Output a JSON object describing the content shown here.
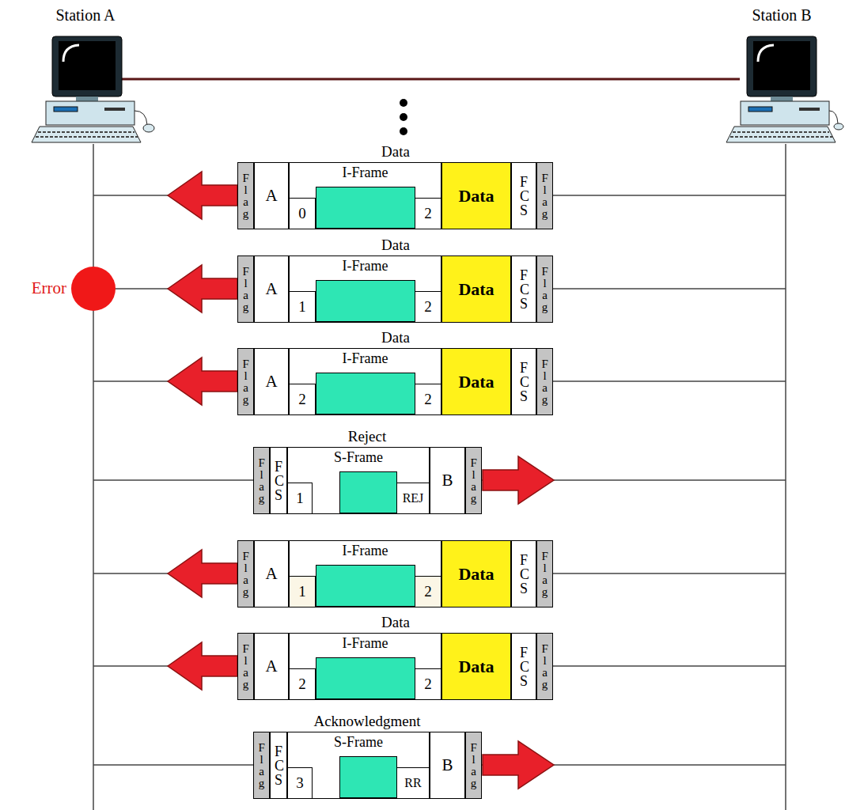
{
  "diagram": {
    "nodes": [
      {
        "text": [
          "Flag"
        ]
      },
      {
        "text": [
          "A"
        ]
      },
      {
        "text": [
          "I-Frame"
        ]
      },
      {
        "text": [
          "0"
        ],
        "in": 2
      },
      {
        "text": [
          "2"
        ],
        "in": 2
      },
      {
        "text": [
          "Data"
        ]
      },
      {
        "text": [
          "FCS"
        ]
      },
      {
        "text": [
          "Flag"
        ]
      },
      {
        "text": [
          "Flag"
        ]
      },
      {
        "text": [
          "A"
        ]
      },
      {
        "text": [
          "I-Frame"
        ]
      },
      {
        "text": [
          "1"
        ],
        "in": 10
      },
      {
        "text": [
          "2"
        ],
        "in": 10
      },
      {
        "text": [
          "Data"
        ]
      },
      {
        "text": [
          "FCS"
        ]
      },
      {
        "text": [
          "Flag"
        ]
      },
      {
        "text": [
          "Flag"
        ]
      },
      {
        "text": [
          "A"
        ]
      },
      {
        "text": [
          "I-Frame"
        ]
      },
      {
        "text": [
          "2"
        ],
        "in": 18
      },
      {
        "text": [
          "2"
        ],
        "in": 18
      },
      {
        "text": [
          "Data"
        ]
      },
      {
        "text": [
          "FCS"
        ]
      },
      {
        "text": [
          "Flag"
        ]
      },
      {
        "text": [
          "Flag"
        ]
      },
      {
        "text": [
          "FCS"
        ]
      },
      {
        "text": [
          "S-Frame"
        ]
      },
      {
        "text": [
          "1"
        ],
        "in": 26
      },
      {
        "text": [
          "REJ"
        ],
        "in": 26
      },
      {
        "text": [
          "B"
        ]
      },
      {
        "text": [
          "Flag"
        ]
      },
      {
        "text": [
          "Flag"
        ]
      },
      {
        "text": [
          "A"
        ]
      },
      {
        "text": [
          "I-Frame"
        ]
      },
      {
        "text": [
          "1"
        ],
        "in": 33
      },
      {
        "text": [
          "2"
        ],
        "in": 33
      },
      {
        "text": [
          "Data"
        ]
      },
      {
        "text": [
          "FCS"
        ]
      },
      {
        "text": [
          "Flag"
        ]
      },
      {
        "text": [
          "Flag"
        ]
      },
      {
        "text": [
          "A"
        ]
      },
      {
        "text": [
          "I-Frame"
        ]
      },
      {
        "text": [
          "2"
        ],
        "in": 41
      },
      {
        "text": [
          "2"
        ],
        "in": 41
      },
      {
        "text": [
          "Data"
        ]
      },
      {
        "text": [
          "FCS"
        ]
      },
      {
        "text": [
          "Flag"
        ]
      },
      {
        "text": [
          "Flag"
        ]
      },
      {
        "text": [
          "FCS"
        ]
      },
      {
        "text": [
          "S-Frame"
        ]
      },
      {
        "text": [
          "3"
        ],
        "in": 49
      },
      {
        "text": [
          "RR"
        ],
        "in": 49
      },
      {
        "text": [
          "B"
        ]
      },
      {
        "text": [
          "Flag"
        ]
      }
    ],
    "labels": [
      "Station A",
      "Station B",
      "Data",
      "Error",
      "Data",
      "Data",
      "Reject",
      "Data",
      "Acknowledgment"
    ]
  }
}
